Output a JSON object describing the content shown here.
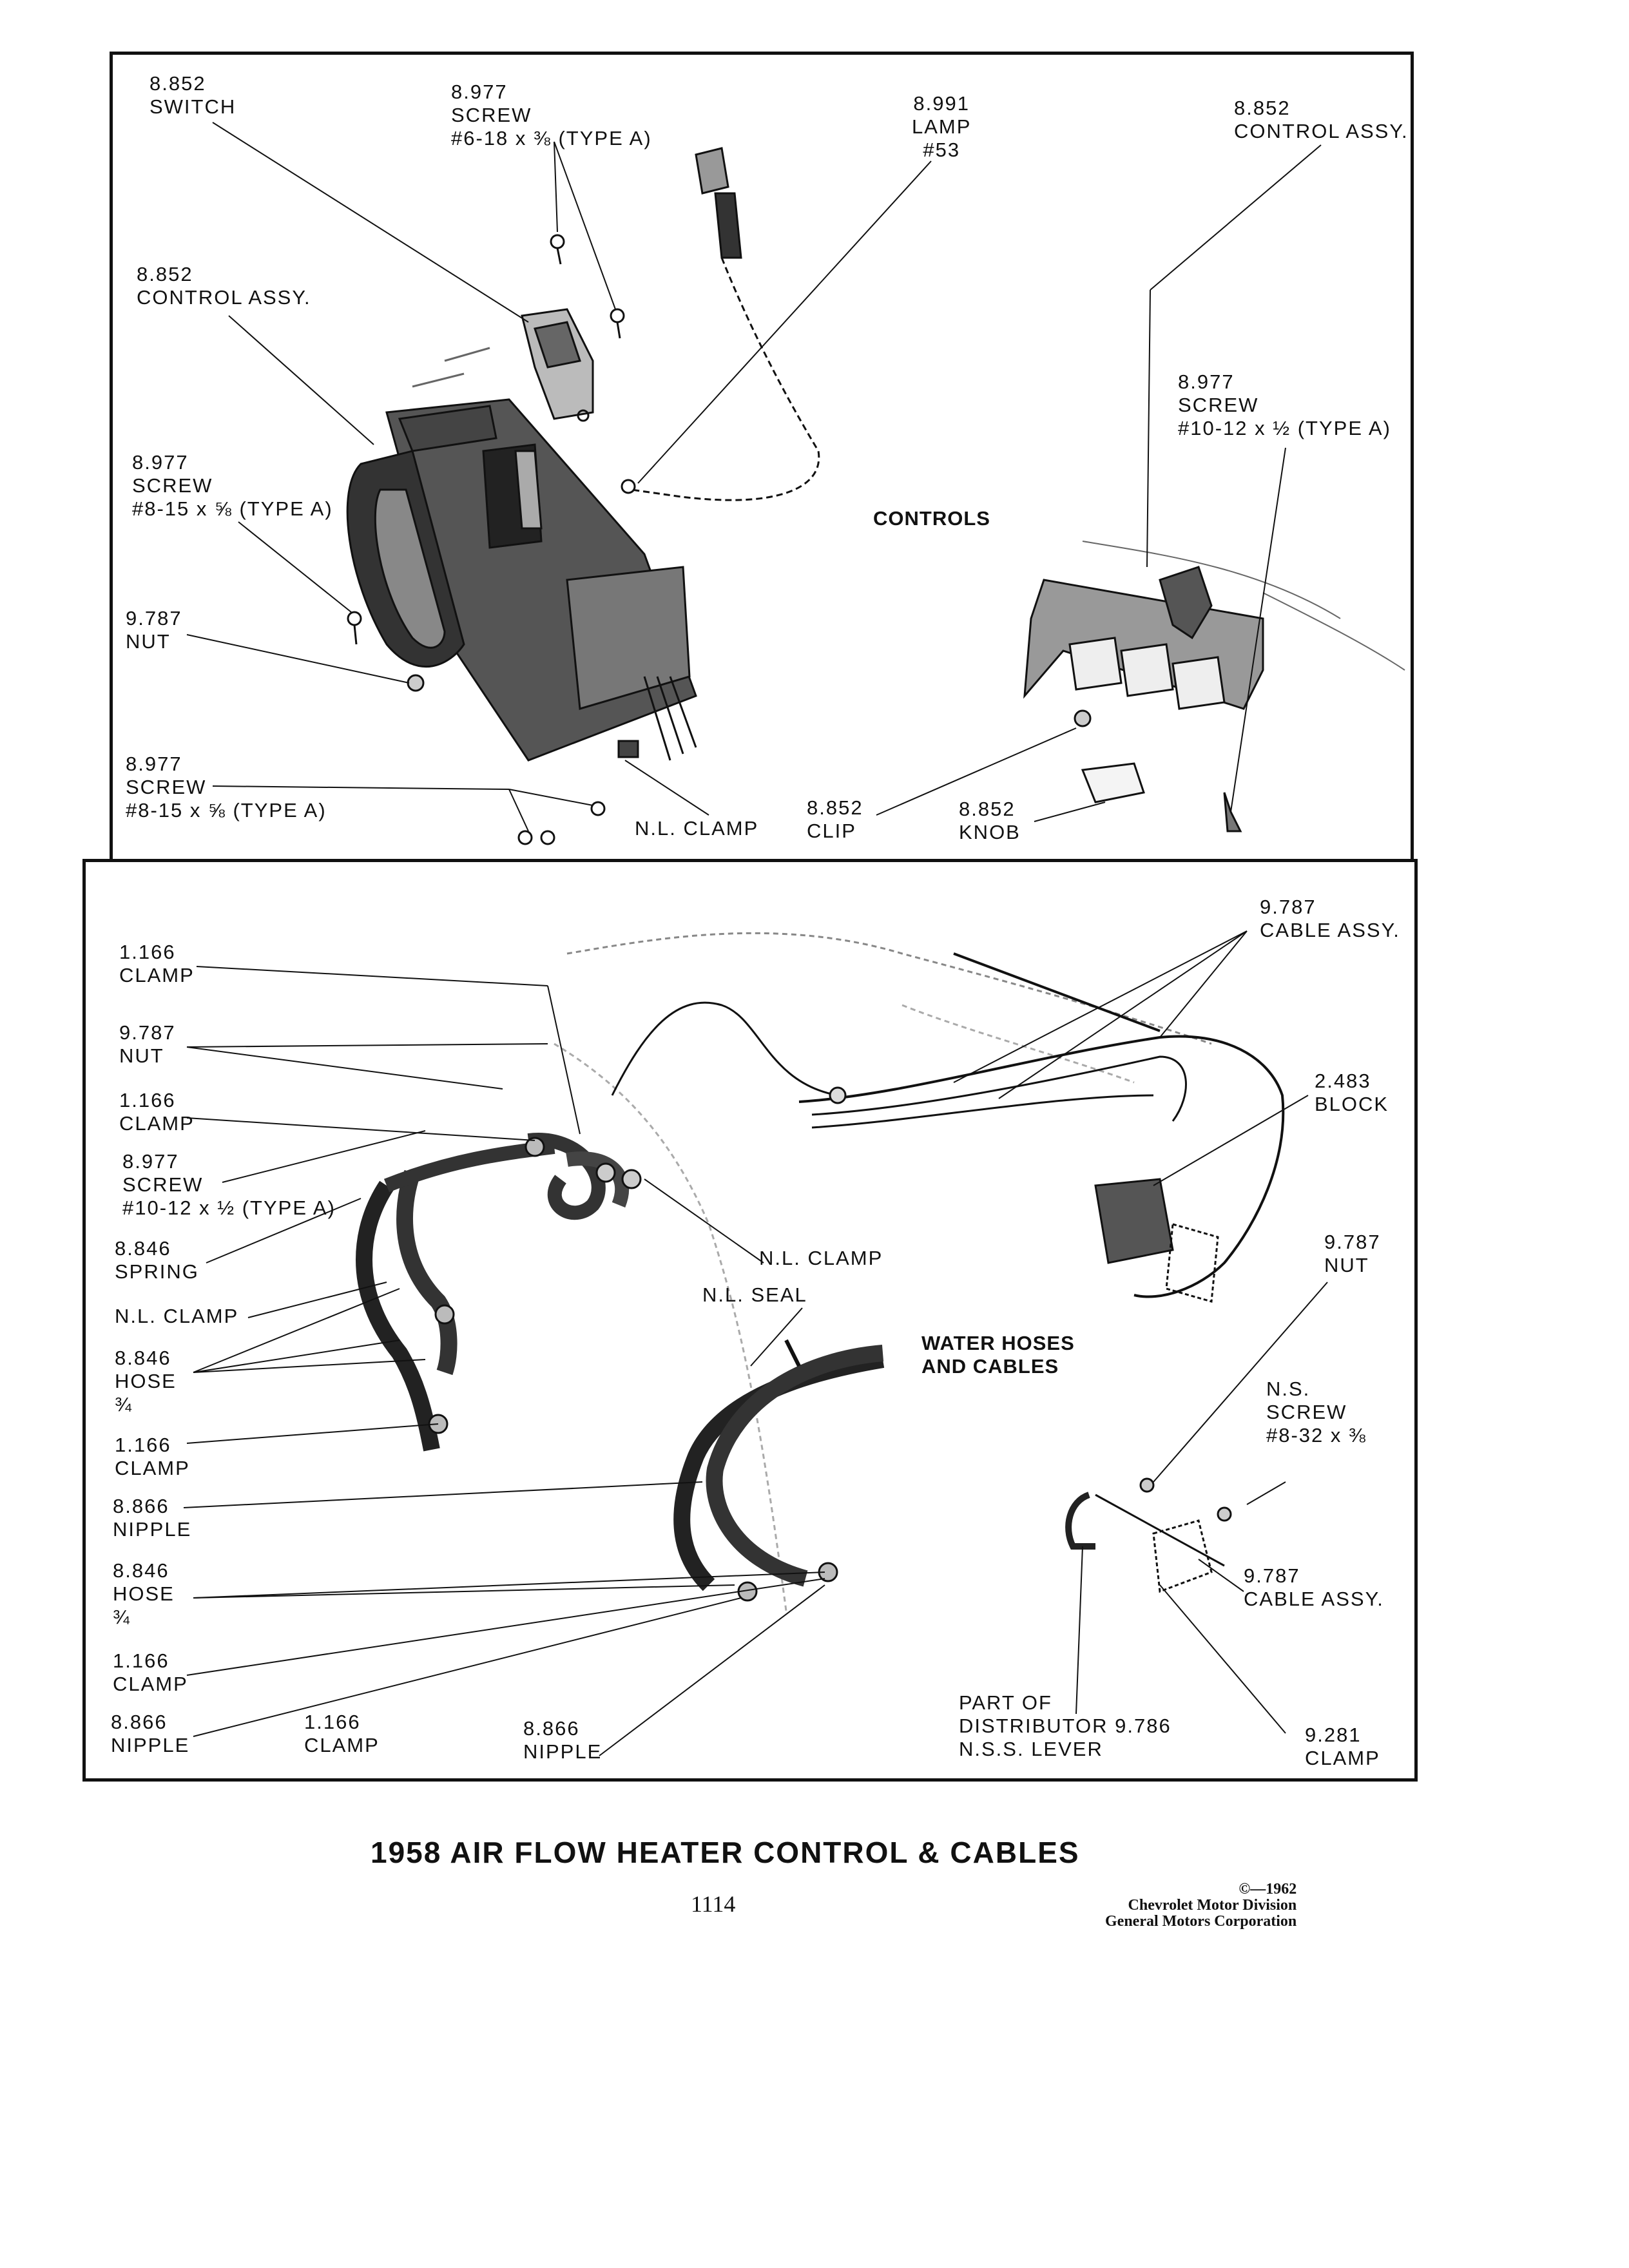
{
  "title": "1958 AIR FLOW HEATER CONTROL & CABLES",
  "page_number": "1114",
  "copyright": {
    "line1": "©—1962",
    "line2": "Chevrolet Motor Division",
    "line3": "General Motors Corporation"
  },
  "controls_panel": {
    "section_title": "CONTROLS",
    "labels": {
      "switch": [
        "8.852",
        "SWITCH"
      ],
      "screw_top": [
        "8.977",
        "SCREW",
        "#6-18 x ⅜ (TYPE A)"
      ],
      "lamp": [
        "8.991",
        "LAMP",
        "#53"
      ],
      "control_assy_right": [
        "8.852",
        "CONTROL ASSY."
      ],
      "control_assy_left": [
        "8.852",
        "CONTROL ASSY."
      ],
      "screw_right": [
        "8.977",
        "SCREW",
        "#10-12 x ½ (TYPE A)"
      ],
      "screw_left": [
        "8.977",
        "SCREW",
        "#8-15 x ⅝ (TYPE A)"
      ],
      "nut": [
        "9.787",
        "NUT"
      ],
      "screw_bottom": [
        "8.977",
        "SCREW",
        "#8-15 x ⅝ (TYPE A)"
      ],
      "nl_clamp": [
        "N.L. CLAMP"
      ],
      "clip": [
        "8.852",
        "CLIP"
      ],
      "knob": [
        "8.852",
        "KNOB"
      ]
    }
  },
  "hoses_panel": {
    "section_title": [
      "WATER HOSES",
      "AND CABLES"
    ],
    "labels": {
      "cable_assy_top": [
        "9.787",
        "CABLE ASSY."
      ],
      "clamp_1": [
        "1.166",
        "CLAMP"
      ],
      "nut_left": [
        "9.787",
        "NUT"
      ],
      "clamp_2": [
        "1.166",
        "CLAMP"
      ],
      "screw": [
        "8.977",
        "SCREW",
        "#10-12 x ½ (TYPE A)"
      ],
      "block": [
        "2.483",
        "BLOCK"
      ],
      "spring": [
        "8.846",
        "SPRING"
      ],
      "nl_clamp_left": [
        "N.L. CLAMP"
      ],
      "nl_clamp_mid": [
        "N.L. CLAMP"
      ],
      "nl_seal": [
        "N.L. SEAL"
      ],
      "nut_right": [
        "9.787",
        "NUT"
      ],
      "hose_1": [
        "8.846",
        "HOSE",
        "¾"
      ],
      "ns_screw": [
        "N.S.",
        "SCREW",
        "#8-32 x ⅜"
      ],
      "clamp_3": [
        "1.166",
        "CLAMP"
      ],
      "nipple_1": [
        "8.866",
        "NIPPLE"
      ],
      "hose_2": [
        "8.846",
        "HOSE",
        "¾"
      ],
      "cable_assy_right": [
        "9.787",
        "CABLE ASSY."
      ],
      "clamp_4": [
        "1.166",
        "CLAMP"
      ],
      "nipple_2": [
        "8.866",
        "NIPPLE"
      ],
      "clamp_5": [
        "1.166",
        "CLAMP"
      ],
      "nipple_3": [
        "8.866",
        "NIPPLE"
      ],
      "lever": [
        "PART OF",
        "DISTRIBUTOR 9.786",
        "N.S.S. LEVER"
      ],
      "clamp_6": [
        "9.281",
        "CLAMP"
      ]
    }
  }
}
